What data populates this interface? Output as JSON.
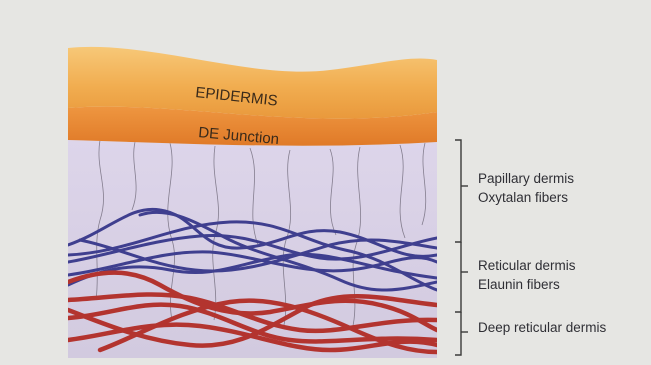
{
  "diagram": {
    "layers": {
      "epidermis": "EPIDERMIS",
      "de_junction": "DE Junction"
    },
    "regions": [
      {
        "line1": "Papillary dermis",
        "line2": "Oxytalan fibers"
      },
      {
        "line1": "Reticular dermis",
        "line2": "Elaunin fibers"
      },
      {
        "line1": "Deep reticular dermis",
        "line2": ""
      }
    ],
    "colors": {
      "epidermis": "#f0ad4d",
      "de_junction": "#e98934",
      "dermis": "#d9d1e6",
      "thin_fibers": "#6e6878",
      "blue_fibers": "#3f3f8f",
      "red_fibers": "#b3342f",
      "bracket": "#3a3a3a"
    }
  }
}
